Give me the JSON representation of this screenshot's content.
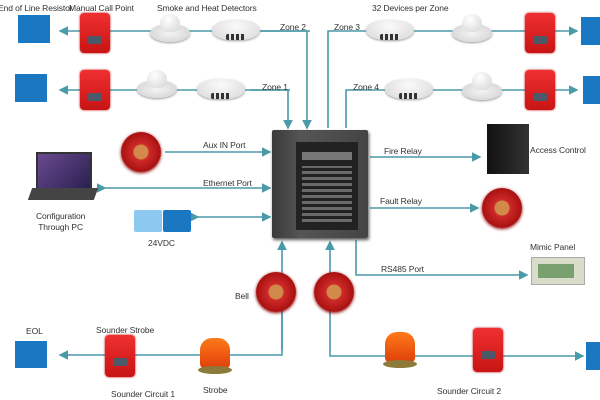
{
  "title": "Fire Alarm System Diagram",
  "colors": {
    "line": "#4a9aa8",
    "eol": "#1a78c2",
    "device_red": "#d8201e"
  },
  "labels": {
    "eol_top": "End of Line Resistor",
    "manual_call_point": "Manual Call Point",
    "smoke_heat_detectors": "Smoke and Heat Detectors",
    "devices_per_zone": "32 Devices per Zone",
    "zone_1": "Zone 1",
    "zone_2": "Zone 2",
    "zone_3": "Zone 3",
    "zone_4": "Zone 4",
    "aux_in_port": "Aux IN Port",
    "ethernet_port": "Ethernet Port",
    "config_pc_line1": "Configuration",
    "config_pc_line2": "Through PC",
    "power": "24VDC",
    "fire_relay": "Fire Relay",
    "access_control": "Access Control",
    "fault_relay": "Fault Relay",
    "rs485_port": "RS485 Port",
    "mimic_panel": "Mimic Panel",
    "bell": "Bell",
    "eol_bottom": "EOL",
    "sounder_strobe": "Sounder Strobe",
    "sounder_circuit_1": "Sounder Circuit 1",
    "strobe": "Strobe",
    "sounder_circuit_2": "Sounder Circuit 2"
  }
}
